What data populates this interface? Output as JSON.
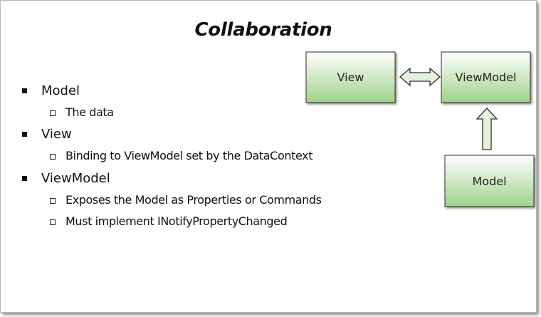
{
  "slide": {
    "title": "Collaboration"
  },
  "bullets": [
    {
      "text": "Model",
      "sub": [
        "The data"
      ]
    },
    {
      "text": "View",
      "sub": [
        "Binding to ViewModel set by the DataContext"
      ]
    },
    {
      "text": "ViewModel",
      "sub": [
        "Exposes the Model as Properties or Commands",
        "Must implement INotifyPropertyChanged"
      ]
    }
  ],
  "diagram": {
    "nodes": {
      "view": "View",
      "viewmodel": "ViewModel",
      "model": "Model"
    },
    "colors": {
      "box_top": "#ffffff",
      "box_bottom": "#9fd28a",
      "box_border": "#2f2f2f",
      "arrow_fill": "#e6f2dc"
    }
  }
}
